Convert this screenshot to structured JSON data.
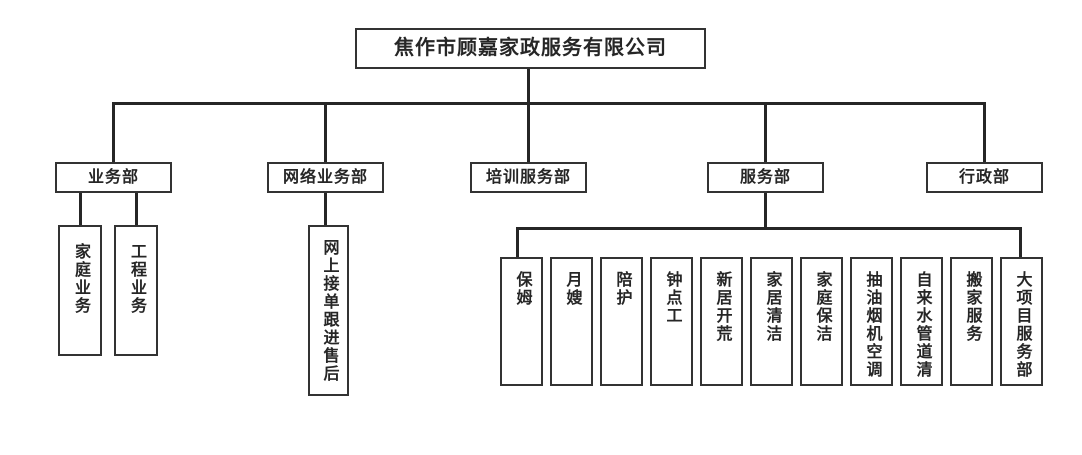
{
  "chart": {
    "root": {
      "label": "焦作市顾嘉家政服务有限公司"
    },
    "departments": [
      {
        "label": "业务部",
        "children": [
          "家庭业务",
          "工程业务"
        ]
      },
      {
        "label": "网络业务部",
        "children": [
          "网上接单跟进售后"
        ]
      },
      {
        "label": "培训服务部",
        "children": []
      },
      {
        "label": "服务部",
        "children": [
          "保姆",
          "月嫂",
          "陪护",
          "钟点工",
          "新居开荒",
          "家居清洁",
          "家庭保洁",
          "抽油烟机空调",
          "自来水管道清",
          "搬家服务",
          "大项目服务部"
        ]
      },
      {
        "label": "行政部",
        "children": []
      }
    ],
    "colors": {
      "line": "#262626",
      "box_border": "#333333",
      "text": "#262626",
      "background": "#ffffff"
    }
  }
}
